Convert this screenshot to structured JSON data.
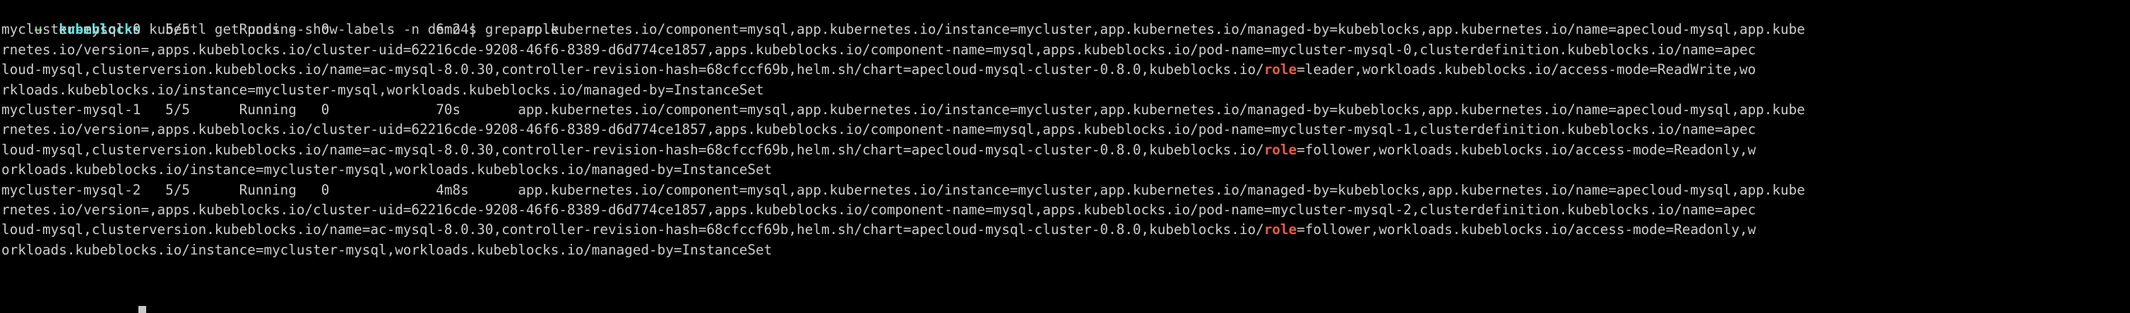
{
  "terminal": {
    "background_color": "#000000",
    "foreground_color": "#cccccc",
    "prompt": {
      "arrow_glyph": "→",
      "arrow_color": "#3fdc4a",
      "context_label": "kubeblocks",
      "context_color": "#4fe8e8",
      "command": "kubectl get pods --show-labels -n demo | grep role",
      "command_color": "#c8c8c8"
    },
    "highlight": {
      "match_text": "role",
      "match_color": "#e85c4a"
    },
    "pods": [
      {
        "name": "mycluster-mysql-0",
        "ready": "5/5",
        "status": "Running",
        "restarts": "0",
        "age": "6m24s",
        "role_value": "leader",
        "access_mode": "ReadWrite"
      },
      {
        "name": "mycluster-mysql-1",
        "ready": "5/5",
        "status": "Running",
        "restarts": "0",
        "age": "70s",
        "role_value": "follower",
        "access_mode": "Readonly"
      },
      {
        "name": "mycluster-mysql-2",
        "ready": "5/5",
        "status": "Running",
        "restarts": "0",
        "age": "4m8s",
        "role_value": "follower",
        "access_mode": "Readonly"
      }
    ],
    "output_lines": [
      {
        "id": "pod0-line1",
        "segments": [
          {
            "text": "mycluster-mysql-0   5/5      Running   0             6m24s     app.kubernetes.io/component=mysql,app.kubernetes.io/instance=mycluster,app.kubernetes.io/managed-by=kubeblocks,app.kubernetes.io/name=apecloud-mysql,app.kube",
            "style": "txt"
          }
        ]
      },
      {
        "id": "pod0-line2",
        "segments": [
          {
            "text": "rnetes.io/version=,apps.kubeblocks.io/cluster-uid=62216cde-9208-46f6-8389-d6d774ce1857,apps.kubeblocks.io/component-name=mysql,apps.kubeblocks.io/pod-name=mycluster-mysql-0,clusterdefinition.kubeblocks.io/name=apec",
            "style": "txt"
          }
        ]
      },
      {
        "id": "pod0-line3",
        "segments": [
          {
            "text": "loud-mysql,clusterversion.kubeblocks.io/name=ac-mysql-8.0.30,controller-revision-hash=68cfccf69b,helm.sh/chart=apecloud-mysql-cluster-0.8.0,kubeblocks.io/",
            "style": "txt"
          },
          {
            "text": "role",
            "style": "role"
          },
          {
            "text": "=leader,workloads.kubeblocks.io/access-mode=ReadWrite,wo",
            "style": "txt"
          }
        ]
      },
      {
        "id": "pod0-line4",
        "segments": [
          {
            "text": "rkloads.kubeblocks.io/instance=mycluster-mysql,workloads.kubeblocks.io/managed-by=InstanceSet",
            "style": "txt"
          }
        ]
      },
      {
        "id": "pod1-line1",
        "segments": [
          {
            "text": "mycluster-mysql-1   5/5      Running   0             70s       app.kubernetes.io/component=mysql,app.kubernetes.io/instance=mycluster,app.kubernetes.io/managed-by=kubeblocks,app.kubernetes.io/name=apecloud-mysql,app.kube",
            "style": "txt"
          }
        ]
      },
      {
        "id": "pod1-line2",
        "segments": [
          {
            "text": "rnetes.io/version=,apps.kubeblocks.io/cluster-uid=62216cde-9208-46f6-8389-d6d774ce1857,apps.kubeblocks.io/component-name=mysql,apps.kubeblocks.io/pod-name=mycluster-mysql-1,clusterdefinition.kubeblocks.io/name=apec",
            "style": "txt"
          }
        ]
      },
      {
        "id": "pod1-line3",
        "segments": [
          {
            "text": "loud-mysql,clusterversion.kubeblocks.io/name=ac-mysql-8.0.30,controller-revision-hash=68cfccf69b,helm.sh/chart=apecloud-mysql-cluster-0.8.0,kubeblocks.io/",
            "style": "txt"
          },
          {
            "text": "role",
            "style": "role"
          },
          {
            "text": "=follower,workloads.kubeblocks.io/access-mode=Readonly,w",
            "style": "txt"
          }
        ]
      },
      {
        "id": "pod1-line4",
        "segments": [
          {
            "text": "orkloads.kubeblocks.io/instance=mycluster-mysql,workloads.kubeblocks.io/managed-by=InstanceSet",
            "style": "txt"
          }
        ]
      },
      {
        "id": "pod2-line1",
        "segments": [
          {
            "text": "mycluster-mysql-2   5/5      Running   0             4m8s      app.kubernetes.io/component=mysql,app.kubernetes.io/instance=mycluster,app.kubernetes.io/managed-by=kubeblocks,app.kubernetes.io/name=apecloud-mysql,app.kube",
            "style": "txt"
          }
        ]
      },
      {
        "id": "pod2-line2",
        "segments": [
          {
            "text": "rnetes.io/version=,apps.kubeblocks.io/cluster-uid=62216cde-9208-46f6-8389-d6d774ce1857,apps.kubeblocks.io/component-name=mysql,apps.kubeblocks.io/pod-name=mycluster-mysql-2,clusterdefinition.kubeblocks.io/name=apec",
            "style": "txt"
          }
        ]
      },
      {
        "id": "pod2-line3",
        "segments": [
          {
            "text": "loud-mysql,clusterversion.kubeblocks.io/name=ac-mysql-8.0.30,controller-revision-hash=68cfccf69b,helm.sh/chart=apecloud-mysql-cluster-0.8.0,kubeblocks.io/",
            "style": "txt"
          },
          {
            "text": "role",
            "style": "role"
          },
          {
            "text": "=follower,workloads.kubeblocks.io/access-mode=Readonly,w",
            "style": "txt"
          }
        ]
      },
      {
        "id": "pod2-line4",
        "segments": [
          {
            "text": "orkloads.kubeblocks.io/instance=mycluster-mysql,workloads.kubeblocks.io/managed-by=InstanceSet",
            "style": "txt"
          }
        ]
      }
    ]
  }
}
